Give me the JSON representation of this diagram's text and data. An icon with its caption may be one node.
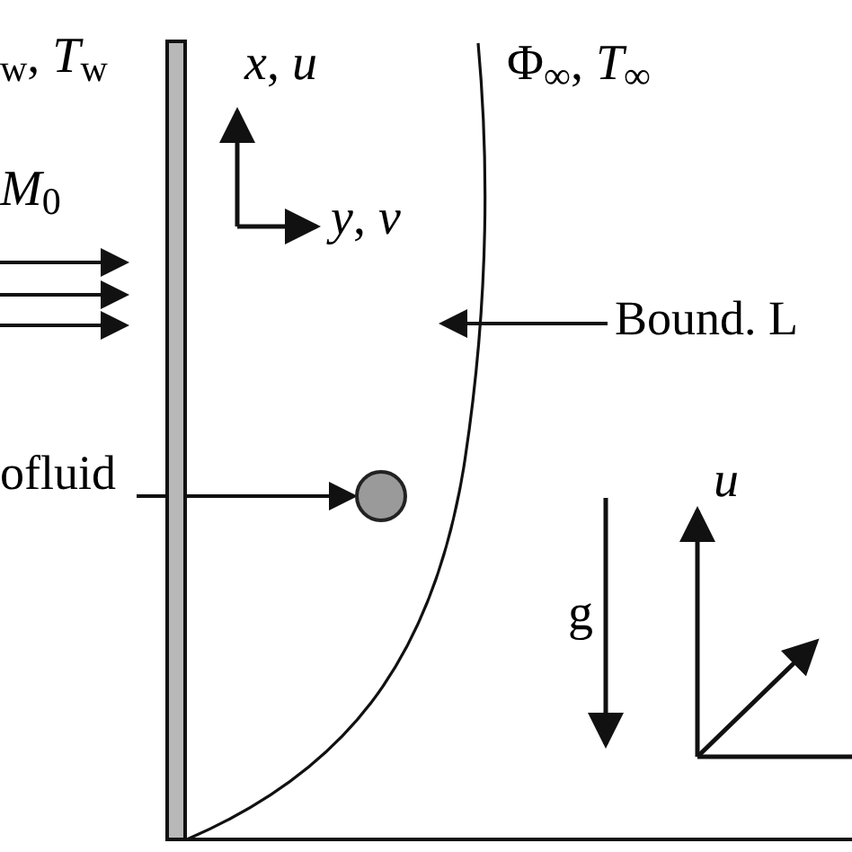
{
  "diagram": {
    "nodes": [
      {
        "text": [],
        "shape": "bar"
      },
      {
        "text": [
          "ofluid"
        ]
      },
      {
        "text": [],
        "shape": "circle"
      },
      {
        "text": [
          "Bound. L"
        ]
      }
    ],
    "edges": [
      {
        "from": 1,
        "to": 2,
        "arrow": "to"
      },
      {
        "from": 3,
        "to": null,
        "arrow": "to"
      }
    ],
    "labels": [
      "$_{w}$, *T*$_{w}$",
      "*x*, *u*",
      "Φ$_{∞}$, *T*$_{∞}$",
      "*M*$_{0}$",
      "*y*, *v*",
      "g",
      "*u*"
    ]
  }
}
